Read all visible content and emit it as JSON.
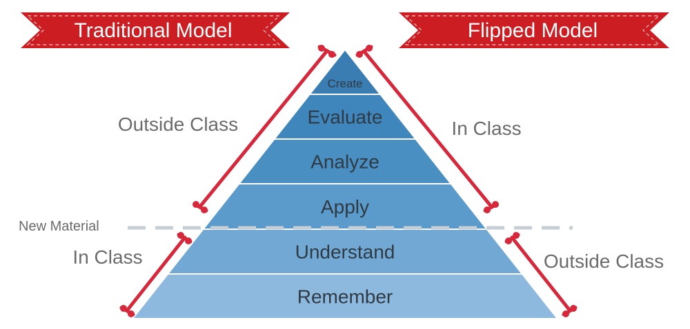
{
  "banners": {
    "left": "Traditional Model",
    "right": "Flipped Model"
  },
  "levels": [
    "Create",
    "Evaluate",
    "Analyze",
    "Apply",
    "Understand",
    "Remember"
  ],
  "labels": {
    "left_upper": "Outside Class",
    "left_lower": "In Class",
    "right_upper": "In Class",
    "right_lower": "Outside Class",
    "divider": "New Material"
  },
  "colors": {
    "ribbon": "#cc1d22",
    "bracket": "#d6283a",
    "level_fills": [
      "#3a7db2",
      "#3f86bc",
      "#4a8fc2",
      "#5b9bcb",
      "#72a9d4",
      "#8cb9dd"
    ],
    "divider": "#c6ced6"
  }
}
